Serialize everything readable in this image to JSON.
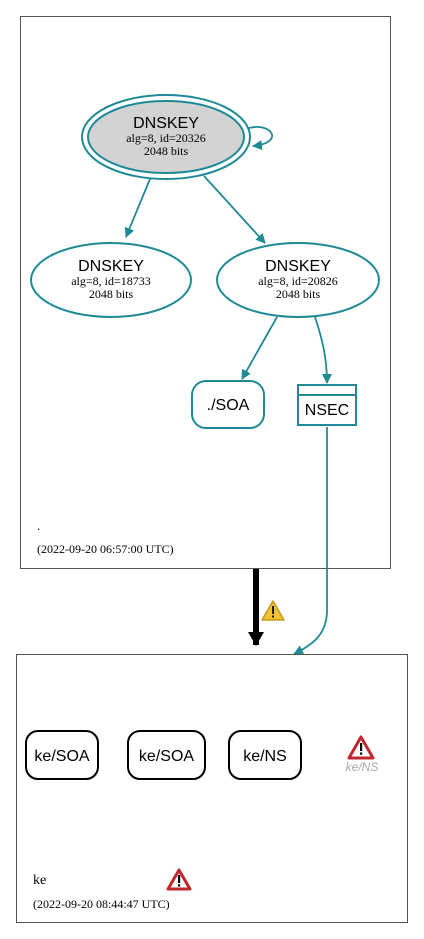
{
  "root_zone": {
    "name": ".",
    "timestamp": "(2022-09-20 06:57:00 UTC)",
    "nodes": {
      "ksk": {
        "title": "DNSKEY",
        "line1": "alg=8, id=20326",
        "line2": "2048 bits"
      },
      "zsk1": {
        "title": "DNSKEY",
        "line1": "alg=8, id=18733",
        "line2": "2048 bits"
      },
      "zsk2": {
        "title": "DNSKEY",
        "line1": "alg=8, id=20826",
        "line2": "2048 bits"
      },
      "soa": {
        "label": "./SOA"
      },
      "nsec": {
        "label": "NSEC"
      }
    }
  },
  "ke_zone": {
    "name": "ke",
    "timestamp": "(2022-09-20 08:44:47 UTC)",
    "nodes": {
      "soa1": {
        "label": "ke/SOA"
      },
      "soa2": {
        "label": "ke/SOA"
      },
      "ns": {
        "label": "ke/NS"
      },
      "ns_missing": {
        "label": "ke/NS"
      }
    }
  },
  "colors": {
    "edge": "#1f8a96",
    "border": "#555555",
    "ksk_fill": "#d3d3d3",
    "warning_yellow": "#f2c230",
    "error_red": "#c0282e",
    "ghost_text": "#a8a8a8"
  },
  "icons": {
    "delegation_warning": "warning-triangle-icon",
    "ns_error": "error-triangle-icon",
    "zone_error": "error-triangle-icon"
  }
}
